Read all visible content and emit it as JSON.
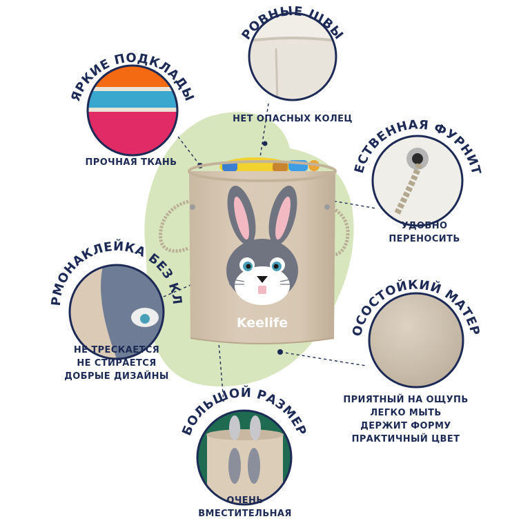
{
  "product": {
    "brand": "Keelife",
    "colors": {
      "fabric": "#d6c7b3",
      "fabric_shadow": "#c2b29c",
      "blob": "#d8e6bd",
      "text": "#1c2a55",
      "rope": "#b9ad97",
      "bunny_gray": "#6f7480",
      "ear_pink": "#f3b9c3"
    }
  },
  "features": {
    "bright_lining": {
      "title": "ЯРКИЕ ПОДКЛАДЫ",
      "captions": [
        "ПРОЧНАЯ ТКАНЬ"
      ]
    },
    "even_seams": {
      "title": "РОВНЫЕ ШВЫ",
      "captions": [
        "НЕТ ОПАСНЫХ КОЛЕЦ"
      ]
    },
    "quality_fittings": {
      "title": "КАЧЕСТВЕННАЯ ФУРНИТУРА",
      "captions": [
        "УДОБНО",
        "ПЕРЕНОСИТЬ"
      ]
    },
    "thermo_sticker": {
      "title": "ТЕРМОНАКЛЕЙКА БЕЗ КЛЕЯ",
      "captions": [
        "НЕ ТРЕСКАЕТСЯ",
        "НЕ СТИРАЕТСЯ",
        "ДОБРЫЕ ДИЗАЙНЫ"
      ]
    },
    "durable_material": {
      "title": "ИЗНОСОСТОЙКИЙ МАТЕРИАЛ",
      "captions": [
        "ПРИЯТНЫЙ НА ОЩУПЬ",
        "ЛЕГКО МЫТЬ",
        "ДЕРЖИТ ФОРМУ",
        "ПРАКТИЧНЫЙ ЦВЕТ"
      ]
    },
    "large_size": {
      "title": "БОЛЬШОЙ РАЗМЕР",
      "captions": [
        "ОЧЕНЬ",
        "ВМЕСТИТЕЛЬНАЯ"
      ]
    }
  }
}
